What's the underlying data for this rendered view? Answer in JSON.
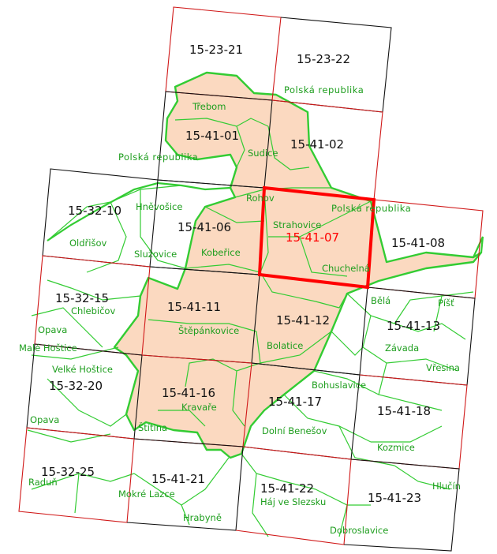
{
  "colors": {
    "region_fill": "#fbd9c0",
    "region_border": "#33cc33",
    "muni_border": "#33cc33",
    "sheet_border_black": "#111111",
    "sheet_border_red": "#d01818",
    "highlight": "#ff0000",
    "sheet_label": "#111111",
    "muni_label": "#1e9e1e"
  },
  "highlighted_sheet": "15-41-07",
  "sheets": [
    "15-23-21",
    "15-23-22",
    "15-41-01",
    "15-41-02",
    "15-32-10",
    "15-41-06",
    "15-41-07",
    "15-41-08",
    "15-32-15",
    "15-41-11",
    "15-41-12",
    "15-41-13",
    "15-32-20",
    "15-41-16",
    "15-41-17",
    "15-41-18",
    "15-32-25",
    "15-41-21",
    "15-41-22",
    "15-41-23"
  ],
  "country_labels": [
    "Polská republika",
    "Polská republika",
    "Polská republika"
  ],
  "municipalities": [
    "Třebom",
    "Sudice",
    "Rohov",
    "Hněvošice",
    "Oldřišov",
    "Služovice",
    "Kobeřice",
    "Strahovice",
    "Chuchelná",
    "Chlebičov",
    "Opava",
    "Malé Hoštice",
    "Velké Hoštice",
    "Štěpánkovice",
    "Bolatice",
    "Bělá",
    "Píšť",
    "Závada",
    "Vřesina",
    "Bohuslavice",
    "Kravaře",
    "Štítina",
    "Dolní Benešov",
    "Kozmice",
    "Opava",
    "Raduň",
    "Mokré Lazce",
    "Hrabyně",
    "Háj ve Slezsku",
    "Hlučín",
    "Dobroslavice"
  ]
}
